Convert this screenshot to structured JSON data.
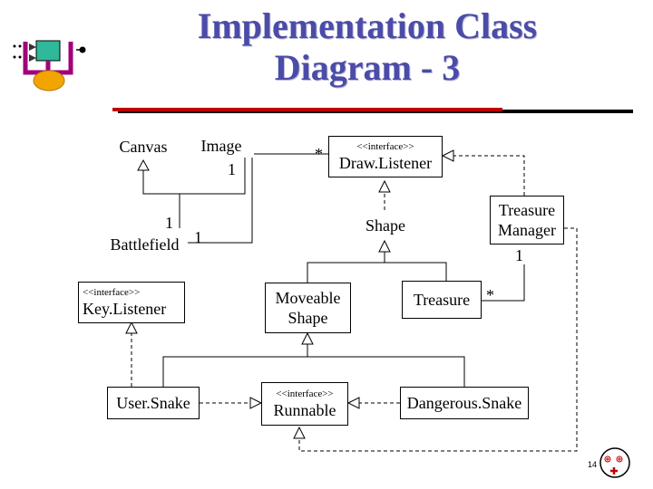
{
  "slide": {
    "title_line1": "Implementation Class",
    "title_line2": "Diagram - 3",
    "page_number": "14"
  },
  "classes": {
    "canvas": {
      "name": "Canvas"
    },
    "image": {
      "name": "Image"
    },
    "battlefield": {
      "name": "Battlefield"
    },
    "draw_listener": {
      "stereotype": "<<interface>>",
      "name": "Draw.Listener"
    },
    "shape": {
      "name": "Shape"
    },
    "treasure_manager": {
      "name": "Treasure\nManager"
    },
    "key_listener": {
      "stereotype": "<<interface>>",
      "name": "Key.Listener"
    },
    "moveable_shape": {
      "name": "Moveable\nShape"
    },
    "treasure": {
      "name": "Treasure"
    },
    "user_snake": {
      "name": "User.Snake"
    },
    "runnable": {
      "stereotype": "<<interface>>",
      "name": "Runnable"
    },
    "dangerous_snake": {
      "name": "Dangerous.Snake"
    }
  },
  "multiplicities": {
    "image_battlefield_image_end": "1",
    "image_battlefield_battlefield_end": "1",
    "battlefield_drawlistener_battlefield_end": "1",
    "battlefield_drawlistener_listener_end": "*",
    "manager_treasure_manager_end": "1",
    "manager_treasure_treasure_end": "*"
  },
  "colors": {
    "title": "#4b4ba8",
    "rule_red": "#c00000",
    "rule_black": "#000000",
    "line": "#000000"
  }
}
